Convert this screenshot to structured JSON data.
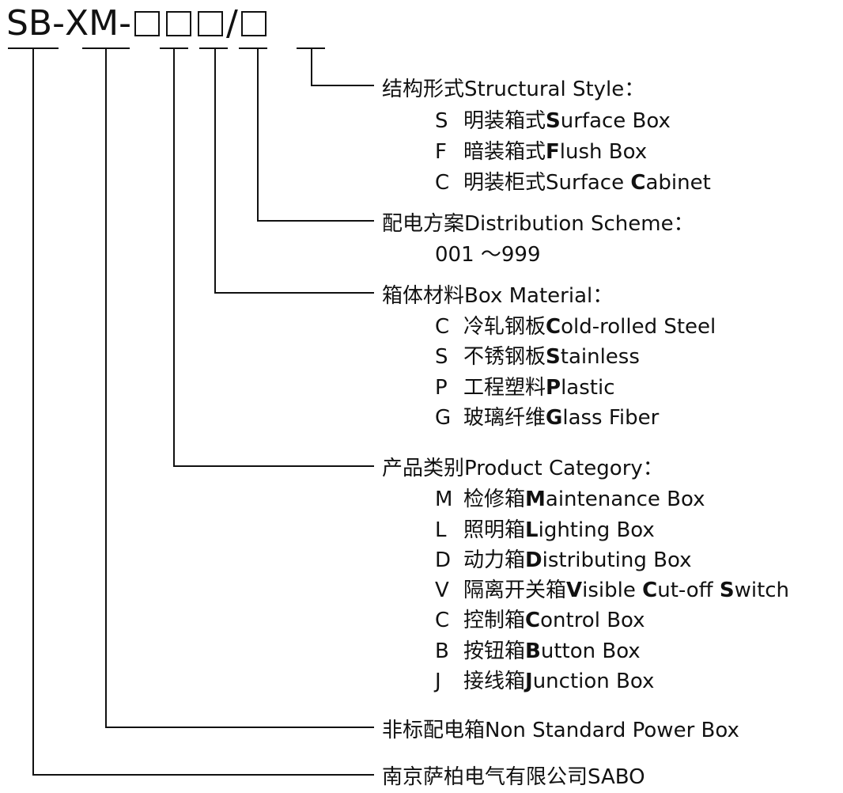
{
  "model_code": {
    "prefix": "SB",
    "dash1": "-",
    "series": "XM",
    "dash2": "-",
    "slash": "/"
  },
  "sections": {
    "structural_style": {
      "heading_zh": "结构形式",
      "heading_en": "Structural Style：",
      "options": [
        {
          "code": "S",
          "zh": "明装箱式",
          "en_bold": "S",
          "en_rest": "urface Box"
        },
        {
          "code": "F",
          "zh": "暗装箱式",
          "en_bold": "F",
          "en_rest": "lush Box"
        },
        {
          "code": "C",
          "zh": "明装柜式",
          "en_pre": "Surface ",
          "en_bold": "C",
          "en_rest": "abinet"
        }
      ]
    },
    "distribution_scheme": {
      "heading_zh": "配电方案",
      "heading_en": "Distribution Scheme：",
      "range": "001 ～999"
    },
    "box_material": {
      "heading_zh": "箱体材料",
      "heading_en": "Box Material：",
      "options": [
        {
          "code": "C",
          "zh": "冷轧钢板",
          "en_bold": "C",
          "en_rest": "old-rolled Steel"
        },
        {
          "code": "S",
          "zh": "不锈钢板",
          "en_bold": "S",
          "en_rest": "tainless"
        },
        {
          "code": "P",
          "zh": "工程塑料",
          "en_bold": "P",
          "en_rest": "lastic"
        },
        {
          "code": "G",
          "zh": "玻璃纤维",
          "en_bold": "G",
          "en_rest": "lass Fiber"
        }
      ]
    },
    "product_category": {
      "heading_zh": "产品类别",
      "heading_en": "Product Category：",
      "options": [
        {
          "code": "M",
          "zh": "检修箱",
          "en_bold": "M",
          "en_rest": "aintenance Box"
        },
        {
          "code": "L",
          "zh": "照明箱",
          "en_bold": "L",
          "en_rest": "ighting Box"
        },
        {
          "code": "D",
          "zh": "动力箱",
          "en_bold": "D",
          "en_rest": "istributing Box"
        },
        {
          "code": "V",
          "zh": "隔离开关箱",
          "en_bold": "V",
          "en_rest": "isible ",
          "en_bold2": "C",
          "en_rest2": "ut-off ",
          "en_bold3": "S",
          "en_rest3": "witch"
        },
        {
          "code": "C",
          "zh": "控制箱",
          "en_bold": "C",
          "en_rest": "ontrol Box"
        },
        {
          "code": "B",
          "zh": "按钮箱",
          "en_bold": "B",
          "en_rest": "utton Box"
        },
        {
          "code": "J",
          "zh": "接线箱",
          "en_bold": "J",
          "en_rest": "unction Box"
        }
      ]
    },
    "non_standard": {
      "label": "非标配电箱Non Standard Power Box"
    },
    "company": {
      "label": "南京萨柏电气有限公司SABO"
    }
  }
}
